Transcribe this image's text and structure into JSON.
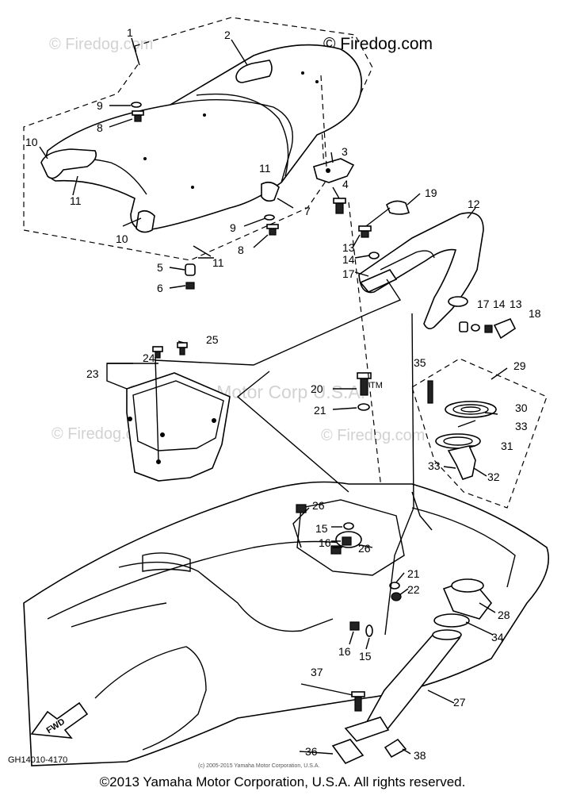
{
  "watermark": {
    "top_left": "© Firedog.com",
    "top_right": "© Firedog.com",
    "mid_left": "© Firedog.com",
    "mid_right": "© Firedog.com",
    "center": "© Yamaha Motor Corp U.S.A."
  },
  "diagram_code": "GH14010-4170",
  "direction_label": "FWD",
  "small_copyright": "(c) 2005-2015 Yamaha Motor Corporation, U.S.A.",
  "footer_copyright": "©2013 Yamaha Motor Corporation, U.S.A. All rights reserved.",
  "trademark": "TM",
  "callouts": {
    "n1": "1",
    "n2": "2",
    "n3": "3",
    "n4": "4",
    "n5": "5",
    "n6": "6",
    "n7": "7",
    "n8a": "8",
    "n8b": "8",
    "n9a": "9",
    "n9b": "9",
    "n10a": "10",
    "n10b": "10",
    "n11a": "11",
    "n11b": "11",
    "n11c": "11",
    "n12": "12",
    "n13a": "13",
    "n13b": "13",
    "n14a": "14",
    "n14b": "14",
    "n15a": "15",
    "n15b": "15",
    "n16a": "16",
    "n16b": "16",
    "n17a": "17",
    "n17b": "17",
    "n18": "18",
    "n19": "19",
    "n20": "20",
    "n21a": "21",
    "n21b": "21",
    "n22": "22",
    "n23": "23",
    "n24": "24",
    "n25": "25",
    "n26a": "26",
    "n26b": "26",
    "n27": "27",
    "n28": "28",
    "n29": "29",
    "n30": "30",
    "n31": "31",
    "n32": "32",
    "n33a": "33",
    "n33b": "33",
    "n34": "34",
    "n35": "35",
    "n36": "36",
    "n37": "37",
    "n38": "38"
  }
}
